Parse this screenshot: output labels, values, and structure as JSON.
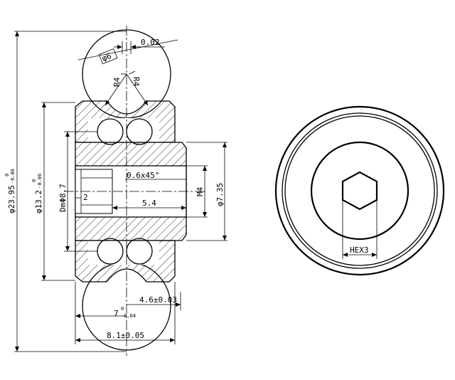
{
  "dimensions": {
    "outer_diameter": "φ23.95",
    "outer_diameter_tol_upper": "0",
    "outer_diameter_tol_lower": "-0.06",
    "groove_diameter": "φ13.2",
    "groove_tol_upper": "0",
    "groove_tol_lower": "-0.06",
    "pitch_diameter": "DmΦ8.7",
    "small_dim_2": "2",
    "chamfer": "0.6x45°",
    "bore_depth": "5.4",
    "thread": "M4",
    "shaft_diameter": "φ7.35",
    "groove_radius": "R4",
    "wire_diameter": "φ6",
    "offset": "0.02",
    "groove_offset": "4.6±0.03",
    "inner_width": "7",
    "inner_width_tol_upper": "0",
    "inner_width_tol_lower": "-0.04",
    "total_width": "8.1±0.05",
    "hex": "HEX3"
  }
}
